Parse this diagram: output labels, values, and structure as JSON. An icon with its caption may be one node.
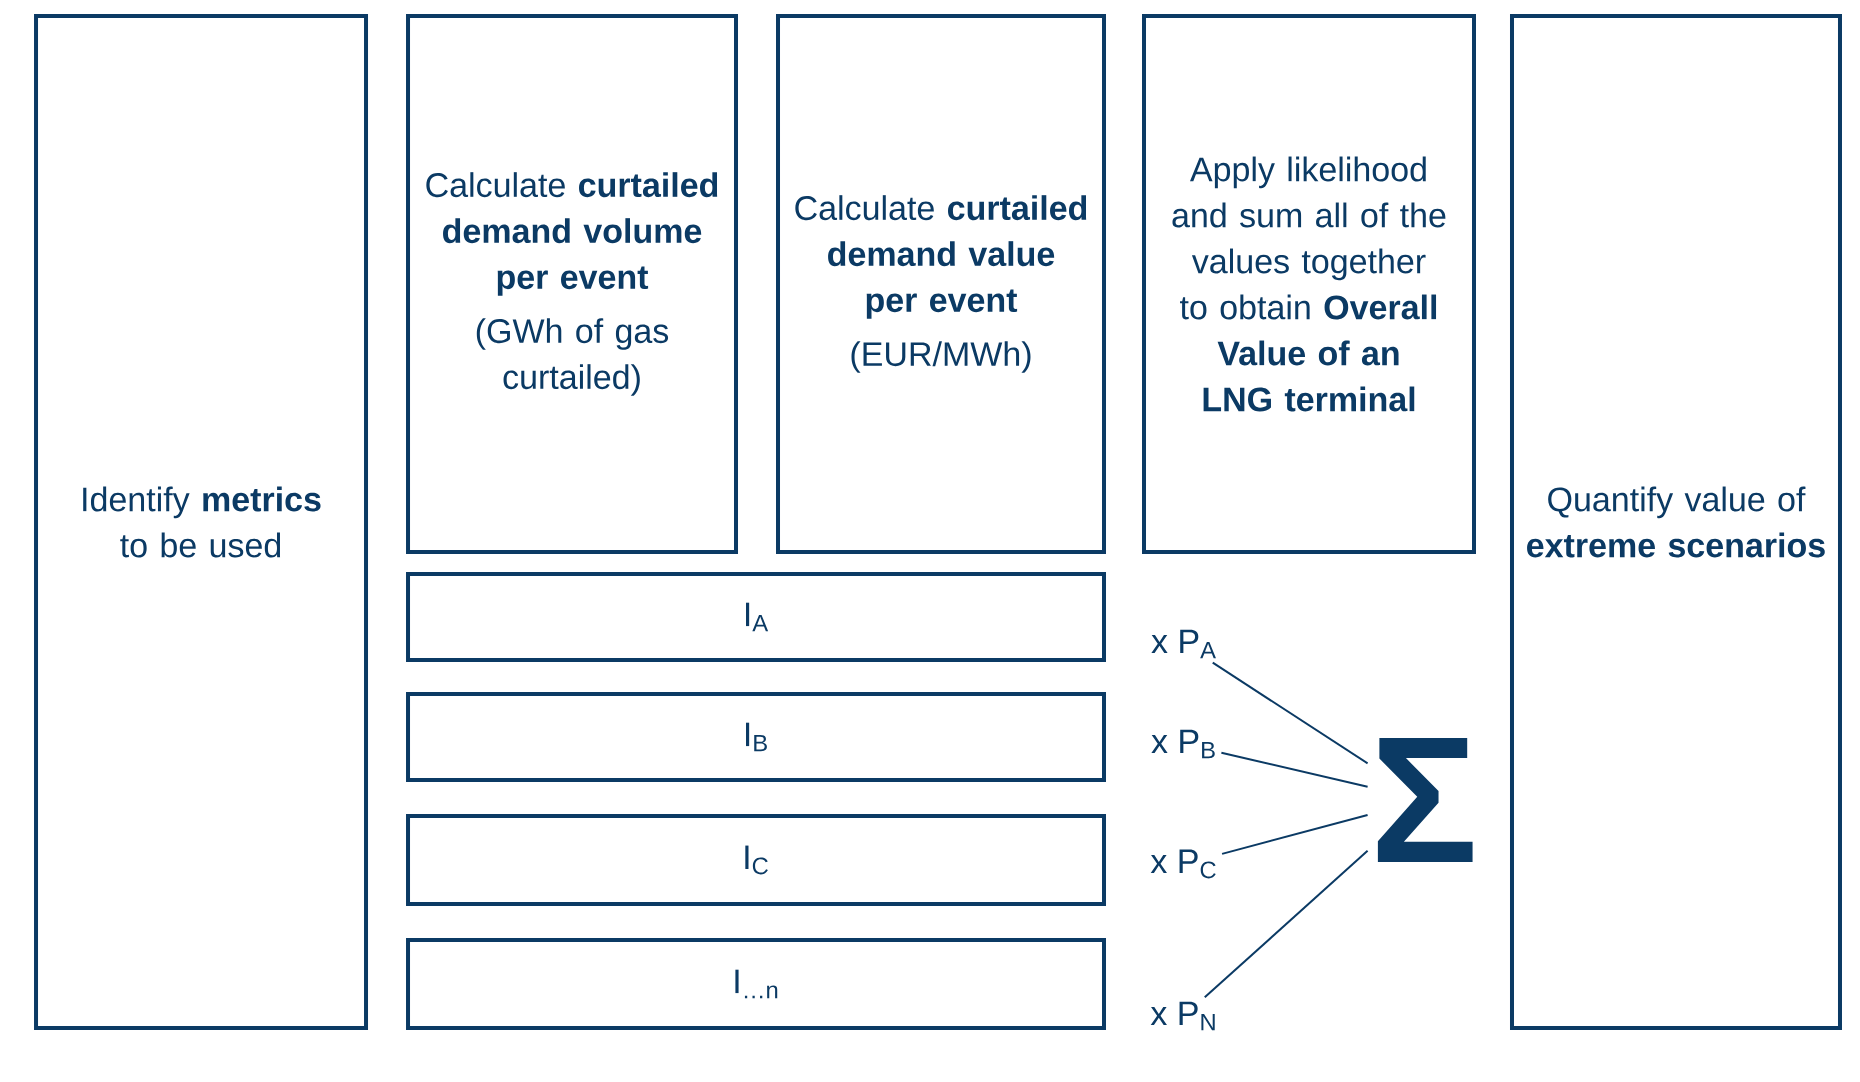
{
  "diagram": {
    "nodes": [
      {
        "text": [
          "Identify **metrics** to be used"
        ]
      },
      {
        "text": [
          "Calculate **curtailed demand volume per event**",
          "(GWh of gas curtailed)"
        ]
      },
      {
        "text": [
          "Calculate **curtailed demand value per event**",
          "(EUR/MWh)"
        ]
      },
      {
        "text": [
          "Apply likelihood and sum all of the values together to obtain **Overall Value of an LNG terminal**"
        ]
      },
      {
        "text": [
          "Quantify value of **extreme scenarios**"
        ]
      },
      {
        "text": [
          "I$_{A}$"
        ]
      },
      {
        "text": [
          "I$_{B}$"
        ]
      },
      {
        "text": [
          "I$_{C}$"
        ]
      },
      {
        "text": [
          "I$_{…n}$"
        ]
      },
      {
        "text": [
          "x P$_{A}$"
        ]
      },
      {
        "text": [
          "x P$_{B}$"
        ]
      },
      {
        "text": [
          "x P$_{C}$"
        ]
      },
      {
        "text": [
          "x P$_{N}$"
        ]
      },
      {
        "text": [
          "Σ"
        ]
      }
    ],
    "edges": [
      {
        "from": 9,
        "to": 13,
        "arrow": "none"
      },
      {
        "from": 10,
        "to": 13,
        "arrow": "none"
      },
      {
        "from": 11,
        "to": 13,
        "arrow": "none"
      },
      {
        "from": 12,
        "to": 13,
        "arrow": "none"
      }
    ]
  }
}
